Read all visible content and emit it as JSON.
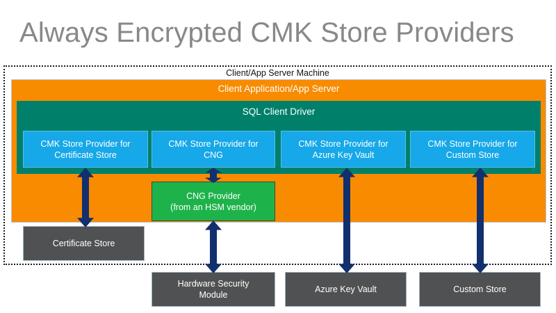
{
  "page": {
    "title": "Always Encrypted CMK Store Providers",
    "background": "#ffffff",
    "title_color": "#888888"
  },
  "diagram": {
    "type": "architecture-block-diagram",
    "boundary": {
      "name": "Client/App Server Machine",
      "label": "Client/App Server Machine",
      "style": "dotted-border",
      "color": "#1a1a1a"
    },
    "layers": [
      {
        "id": "client-application",
        "label": "Client Application/App Server",
        "color": "#f98b00",
        "text_color": "#ffffff"
      },
      {
        "id": "sql-client-driver",
        "label": "SQL Client Driver",
        "color": "#00806b",
        "text_color": "#ffffff"
      }
    ],
    "providers": [
      {
        "id": "provider-certificate-store",
        "line1": "CMK Store Provider for",
        "line2": "Certificate Store",
        "color": "#16a8e8"
      },
      {
        "id": "provider-cng",
        "line1": "CMK Store Provider for",
        "line2": "CNG",
        "color": "#16a8e8"
      },
      {
        "id": "provider-azure-key-vault",
        "line1": "CMK Store Provider for",
        "line2": "Azure Key Vault",
        "color": "#16a8e8"
      },
      {
        "id": "provider-custom-store",
        "line1": "CMK Store Provider for",
        "line2": "Custom Store",
        "color": "#16a8e8"
      }
    ],
    "cng_provider": {
      "id": "cng-provider",
      "line1": "CNG Provider",
      "line2": "(from an HSM vendor)",
      "color": "#1eb24b",
      "text_color": "#ffffff"
    },
    "stores": [
      {
        "id": "store-certificate-store",
        "line1": "Certificate Store",
        "line2": "",
        "color": "#4f5152",
        "inside_machine": true
      },
      {
        "id": "store-hardware-security-module",
        "line1": "Hardware Security",
        "line2": "Module",
        "color": "#4f5152",
        "inside_machine": false
      },
      {
        "id": "store-azure-key-vault",
        "line1": "Azure Key Vault",
        "line2": "",
        "color": "#4f5152",
        "inside_machine": false
      },
      {
        "id": "store-custom-store",
        "line1": "Custom Store",
        "line2": "",
        "color": "#4f5152",
        "inside_machine": false
      }
    ],
    "connectors": [
      {
        "id": "connector-cert",
        "from": "provider-certificate-store",
        "to": "store-certificate-store",
        "style": "double-headed-arrow",
        "color": "#12306e"
      },
      {
        "id": "connector-cng-to-cngprovider",
        "from": "provider-cng",
        "to": "cng-provider",
        "style": "double-headed-arrow",
        "color": "#12306e"
      },
      {
        "id": "connector-cngprovider-to-hsm",
        "from": "cng-provider",
        "to": "store-hardware-security-module",
        "style": "double-headed-arrow",
        "color": "#12306e"
      },
      {
        "id": "connector-akv",
        "from": "provider-azure-key-vault",
        "to": "store-azure-key-vault",
        "style": "double-headed-arrow",
        "color": "#12306e"
      },
      {
        "id": "connector-custom",
        "from": "provider-custom-store",
        "to": "store-custom-store",
        "style": "double-headed-arrow",
        "color": "#12306e"
      }
    ]
  }
}
